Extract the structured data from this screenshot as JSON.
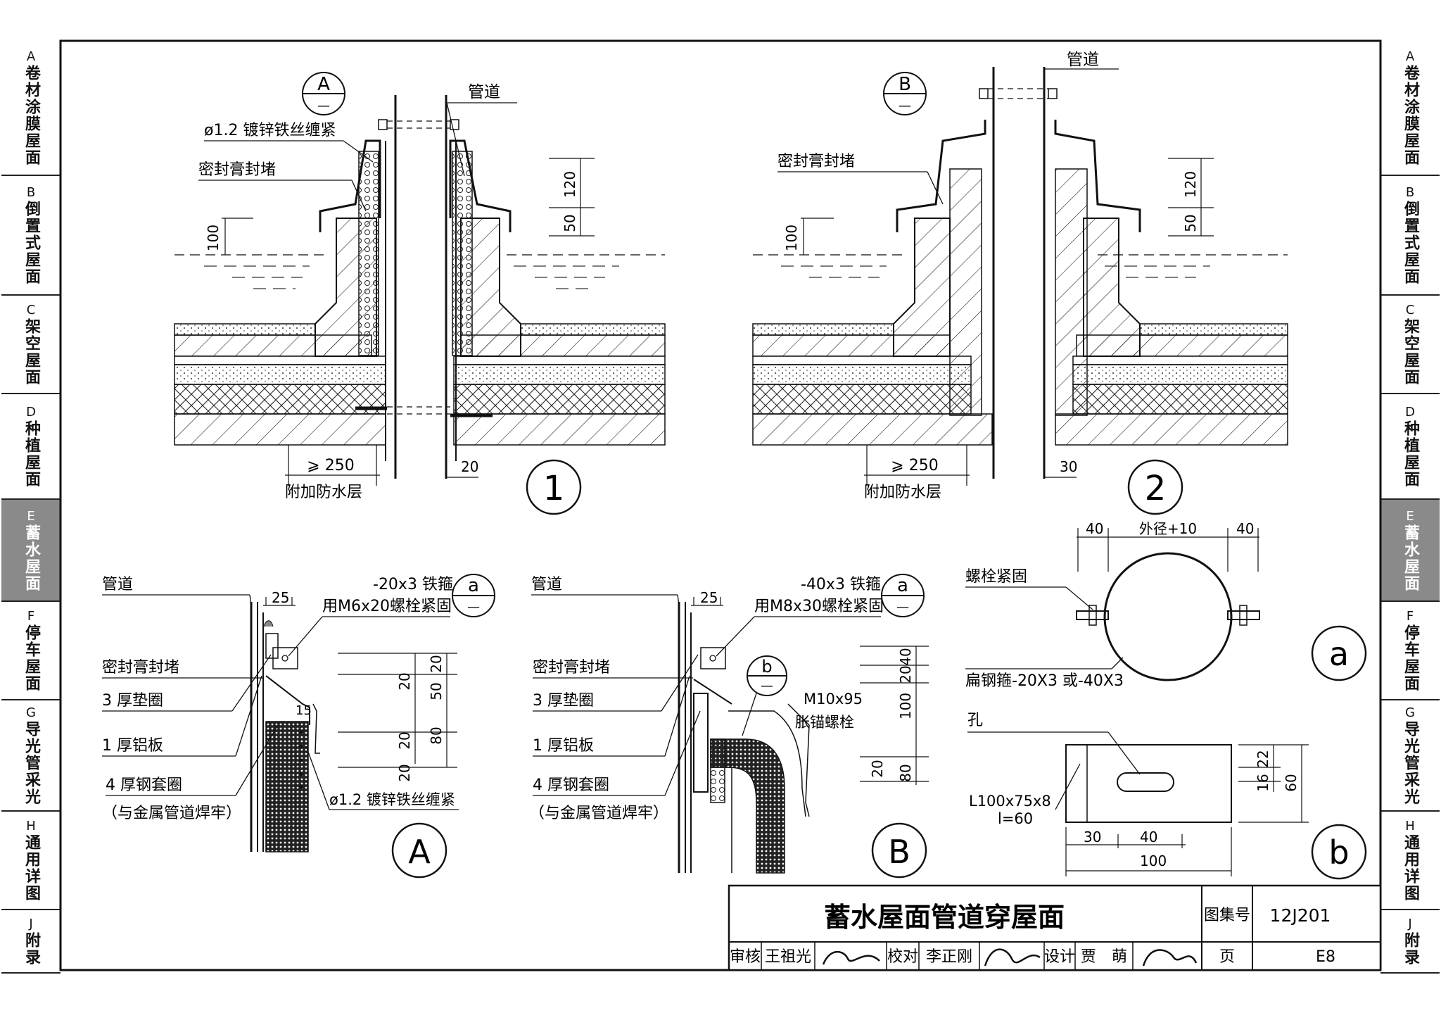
{
  "tabs": [
    {
      "letter": "A",
      "label": "卷材涂膜屋面",
      "active": false
    },
    {
      "letter": "B",
      "label": "倒置式屋面",
      "active": false
    },
    {
      "letter": "C",
      "label": "架空屋面",
      "active": false
    },
    {
      "letter": "D",
      "label": "种植屋面",
      "active": false
    },
    {
      "letter": "E",
      "label": "蓄水屋面",
      "active": true
    },
    {
      "letter": "F",
      "label": "停车屋面",
      "active": false
    },
    {
      "letter": "G",
      "label": "导光管采光",
      "active": false
    },
    {
      "letter": "H",
      "label": "通用详图",
      "active": false
    },
    {
      "letter": "J",
      "label": "附录",
      "active": false
    }
  ],
  "detail1": {
    "ref_letter": "A",
    "ref_dash": "—",
    "pipe_label": "管道",
    "wire_label": "ø1.2 镀锌铁丝缠紧",
    "seal_label": "密封膏封堵",
    "dim_100": "100",
    "dim_120": "120",
    "dim_50": "50",
    "dim_250": "⩾ 250",
    "extra_layer": "附加防水层",
    "dim_20": "20",
    "number": "1"
  },
  "detail2": {
    "ref_letter": "B",
    "ref_dash": "—",
    "pipe_label": "管道",
    "seal_label": "密封膏封堵",
    "dim_100": "100",
    "dim_120": "120",
    "dim_50": "50",
    "dim_250": "⩾ 250",
    "extra_layer": "附加防水层",
    "dim_30": "30",
    "number": "2"
  },
  "detailA": {
    "pipe": "管道",
    "dim_25": "25",
    "band": "-20x3 铁箍",
    "bolt": "用M6x20螺栓紧固",
    "ref_a": "a",
    "ref_dash": "—",
    "labels": [
      "密封膏封堵",
      "3 厚垫圈",
      "1 厚铝板",
      "4 厚钢套圈",
      "（与金属管道焊牢）"
    ],
    "wire": "ø1.2 镀锌铁丝缠紧",
    "dim_15": "15",
    "dims_left": [
      "20",
      "20",
      "20"
    ],
    "dims_right": [
      "20",
      "50",
      "80"
    ],
    "title": "A"
  },
  "detailB": {
    "pipe": "管道",
    "dim_25": "25",
    "band": "-40x3 铁箍",
    "bolt": "用M8x30螺栓紧固",
    "ref_a": "a",
    "ref_b": "b",
    "ref_dash": "—",
    "labels": [
      "密封膏封堵",
      "3 厚垫圈",
      "1 厚铝板",
      "4 厚钢套圈",
      "（与金属管道焊牢）"
    ],
    "anchor1": "M10x95",
    "anchor2": "胀锚螺栓",
    "dims": [
      "40",
      "20",
      "100",
      "20",
      "80"
    ],
    "title": "B"
  },
  "detail_a": {
    "dim40l": "40",
    "dim_od": "外径+10",
    "dim40r": "40",
    "bolt": "螺栓紧固",
    "steel": "扁钢箍-20X3 或-40X3",
    "title": "a"
  },
  "detail_b": {
    "hole": "孔",
    "angle1": "L100x75x8",
    "angle2": "l=60",
    "dims_v": [
      "22",
      "16",
      "60"
    ],
    "dim30": "30",
    "dim40": "40",
    "dim100": "100",
    "title": "b"
  },
  "titleblock": {
    "title": "蓄水屋面管道穿屋面",
    "atlas_label": "图集号",
    "atlas_no": "12J201",
    "review": "审核",
    "reviewer": "王祖光",
    "check": "校对",
    "checker": "李正刚",
    "design": "设计",
    "designer": "贾　萌",
    "page_label": "页",
    "page_no": "E8"
  }
}
